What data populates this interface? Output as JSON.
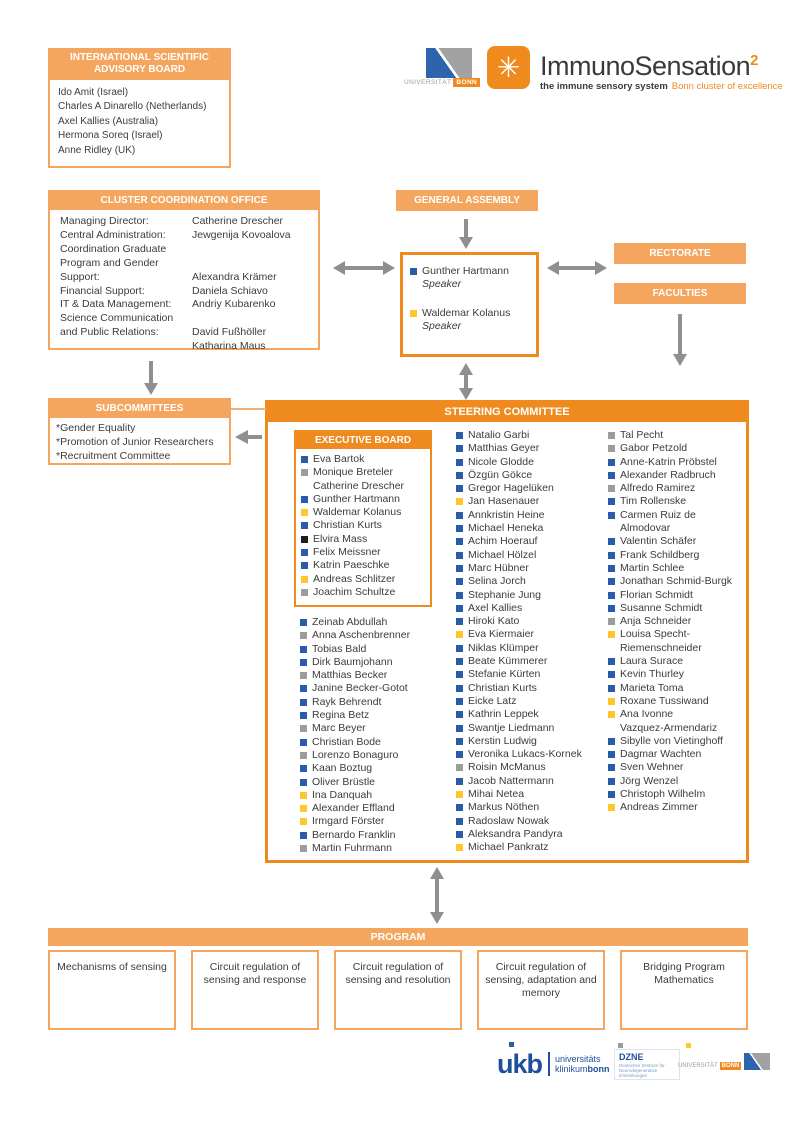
{
  "advisory_board": {
    "title": "INTERNATIONAL SCIENTIFIC ADVISORY BOARD",
    "members": [
      "Ido Amit (Israel)",
      "Charles A Dinarello (Netherlands)",
      "Axel Kallies (Australia)",
      "Hermona Soreq (Israel)",
      "Anne Ridley (UK)"
    ]
  },
  "header_logos": {
    "uni_bonn": {
      "uni": "UNIVERSITÄT",
      "bonn": "BONN"
    },
    "immunosensation": {
      "name": "ImmunoSensation",
      "sup": "2",
      "tagline_dark": "the immune sensory system",
      "tagline_orange": "Bonn cluster of excellence"
    }
  },
  "coordination_office": {
    "title": "CLUSTER COORDINATION OFFICE",
    "rows": [
      {
        "l": "Managing Director:",
        "v": "Catherine Drescher"
      },
      {
        "l": "Central Administration:",
        "v": "Jewgenija Kovoalova"
      },
      {
        "l": "Coordination Graduate",
        "v": ""
      },
      {
        "l": "Program and Gender",
        "v": ""
      },
      {
        "l": "Support:",
        "v": "Alexandra Krämer"
      },
      {
        "l": "Financial Support:",
        "v": "Daniela Schiavo"
      },
      {
        "l": "IT & Data Management:",
        "v": "Andriy Kubarenko"
      },
      {
        "l": "Science Communication",
        "v": ""
      },
      {
        "l": "and Public Relations:",
        "v": "David Fußhöller"
      },
      {
        "l": "",
        "v": "Katharina Maus"
      }
    ]
  },
  "general_assembly": {
    "title": "GENERAL ASSEMBLY"
  },
  "speakers": {
    "items": [
      {
        "name": "Gunther Hartmann",
        "role": "Speaker",
        "c": "c-blue"
      },
      {
        "name": "Waldemar Kolanus",
        "role": "Speaker",
        "c": "c-yellow"
      }
    ]
  },
  "rectorate": {
    "title": "RECTORATE"
  },
  "faculties": {
    "title": "FACULTIES"
  },
  "subcommittees": {
    "title": "SUBCOMMITTEES",
    "items": [
      "*Gender Equality",
      "*Promotion of Junior Researchers",
      "*Recruitment Committee"
    ]
  },
  "steering_committee": {
    "title": "STEERING COMMITTEE",
    "executive_board": {
      "title": "EXECUTIVE BOARD",
      "members": [
        {
          "n": "Eva Bartok",
          "c": "c-blue"
        },
        {
          "n": "Monique Breteler",
          "c": "c-gray"
        },
        {
          "n": "Catherine Drescher",
          "c": "c-none"
        },
        {
          "n": "Gunther Hartmann",
          "c": "c-blue"
        },
        {
          "n": "Waldemar Kolanus",
          "c": "c-yellow"
        },
        {
          "n": "Christian Kurts",
          "c": "c-blue"
        },
        {
          "n": "Elvira Mass",
          "c": "c-black"
        },
        {
          "n": "Felix Meissner",
          "c": "c-blue"
        },
        {
          "n": "Katrin Paeschke",
          "c": "c-blue"
        },
        {
          "n": "Andreas Schlitzer",
          "c": "c-yellow"
        },
        {
          "n": "Joachim Schultze",
          "c": "c-gray"
        }
      ]
    },
    "members_col1": [
      {
        "n": "Zeinab Abdullah",
        "c": "c-blue"
      },
      {
        "n": "Anna Aschenbrenner",
        "c": "c-gray"
      },
      {
        "n": "Tobias Bald",
        "c": "c-blue"
      },
      {
        "n": "Dirk Baumjohann",
        "c": "c-blue"
      },
      {
        "n": "Matthias Becker",
        "c": "c-gray"
      },
      {
        "n": "Janine Becker-Gotot",
        "c": "c-blue"
      },
      {
        "n": "Rayk Behrendt",
        "c": "c-blue"
      },
      {
        "n": "Regina Betz",
        "c": "c-blue"
      },
      {
        "n": "Marc Beyer",
        "c": "c-gray"
      },
      {
        "n": "Christian Bode",
        "c": "c-blue"
      },
      {
        "n": "Lorenzo Bonaguro",
        "c": "c-gray"
      },
      {
        "n": "Kaan Boztug",
        "c": "c-blue"
      },
      {
        "n": "Oliver Brüstle",
        "c": "c-blue"
      },
      {
        "n": "Ina Danquah",
        "c": "c-yellow"
      },
      {
        "n": "Alexander Effland",
        "c": "c-yellow"
      },
      {
        "n": "Irmgard Förster",
        "c": "c-yellow"
      },
      {
        "n": "Bernardo Franklin",
        "c": "c-blue"
      },
      {
        "n": "Martin Fuhrmann",
        "c": "c-gray"
      }
    ],
    "members_col2": [
      {
        "n": "Natalio Garbi",
        "c": "c-blue"
      },
      {
        "n": "Matthias Geyer",
        "c": "c-blue"
      },
      {
        "n": "Nicole Glodde",
        "c": "c-blue"
      },
      {
        "n": "Özgün Gökce",
        "c": "c-blue"
      },
      {
        "n": "Gregor Hagelüken",
        "c": "c-blue"
      },
      {
        "n": "Jan Hasenauer",
        "c": "c-yellow"
      },
      {
        "n": "Annkristin Heine",
        "c": "c-blue"
      },
      {
        "n": "Michael Heneka",
        "c": "c-blue"
      },
      {
        "n": "Achim Hoerauf",
        "c": "c-blue"
      },
      {
        "n": "Michael Hölzel",
        "c": "c-blue"
      },
      {
        "n": "Marc Hübner",
        "c": "c-blue"
      },
      {
        "n": "Selina Jorch",
        "c": "c-blue"
      },
      {
        "n": "Stephanie Jung",
        "c": "c-blue"
      },
      {
        "n": "Axel Kallies",
        "c": "c-blue"
      },
      {
        "n": "Hiroki Kato",
        "c": "c-blue"
      },
      {
        "n": "Eva Kiermaier",
        "c": "c-yellow"
      },
      {
        "n": "Niklas Klümper",
        "c": "c-blue"
      },
      {
        "n": "Beate Kümmerer",
        "c": "c-blue"
      },
      {
        "n": "Stefanie Kürten",
        "c": "c-blue"
      },
      {
        "n": "Christian Kurts",
        "c": "c-blue"
      },
      {
        "n": "Eicke Latz",
        "c": "c-blue"
      },
      {
        "n": "Kathrin Leppek",
        "c": "c-blue"
      },
      {
        "n": "Swantje Liedmann",
        "c": "c-blue"
      },
      {
        "n": "Kerstin Ludwig",
        "c": "c-blue"
      },
      {
        "n": "Veronika Lukacs-Kornek",
        "c": "c-blue"
      },
      {
        "n": "Roisin McManus",
        "c": "c-gray"
      },
      {
        "n": "Jacob Nattermann",
        "c": "c-blue"
      },
      {
        "n": "Mihai Netea",
        "c": "c-yellow"
      },
      {
        "n": "Markus Nöthen",
        "c": "c-blue"
      },
      {
        "n": "Radoslaw Nowak",
        "c": "c-blue"
      },
      {
        "n": "Aleksandra Pandyra",
        "c": "c-blue"
      },
      {
        "n": "Michael Pankratz",
        "c": "c-yellow"
      }
    ],
    "members_col3": [
      {
        "n": "Tal Pecht",
        "c": "c-gray"
      },
      {
        "n": "Gabor Petzold",
        "c": "c-gray"
      },
      {
        "n": "Anne-Katrin Pröbstel",
        "c": "c-blue"
      },
      {
        "n": "Alexander Radbruch",
        "c": "c-blue"
      },
      {
        "n": "Alfredo Ramirez",
        "c": "c-gray"
      },
      {
        "n": "Tim Rollenske",
        "c": "c-blue"
      },
      {
        "n": "Carmen Ruiz de\nAlmodovar",
        "c": "c-blue"
      },
      {
        "n": "Valentin Schäfer",
        "c": "c-blue"
      },
      {
        "n": "Frank Schildberg",
        "c": "c-blue"
      },
      {
        "n": "Martin Schlee",
        "c": "c-blue"
      },
      {
        "n": "Jonathan Schmid-Burgk",
        "c": "c-blue"
      },
      {
        "n": "Florian Schmidt",
        "c": "c-blue"
      },
      {
        "n": "Susanne Schmidt",
        "c": "c-blue"
      },
      {
        "n": "Anja Schneider",
        "c": "c-gray"
      },
      {
        "n": "Louisa Specht-\nRiemenschneider",
        "c": "c-yellow"
      },
      {
        "n": "Laura Surace",
        "c": "c-blue"
      },
      {
        "n": "Kevin Thurley",
        "c": "c-blue"
      },
      {
        "n": "Marieta Toma",
        "c": "c-blue"
      },
      {
        "n": "Roxane Tussiwand",
        "c": "c-yellow"
      },
      {
        "n": "Ana Ivonne\nVazquez-Armendariz",
        "c": "c-yellow"
      },
      {
        "n": "Sibylle von Vietinghoff",
        "c": "c-blue"
      },
      {
        "n": "Dagmar Wachten",
        "c": "c-blue"
      },
      {
        "n": "Sven Wehner",
        "c": "c-blue"
      },
      {
        "n": "Jörg Wenzel",
        "c": "c-blue"
      },
      {
        "n": "Christoph Wilhelm",
        "c": "c-blue"
      },
      {
        "n": "Andreas Zimmer",
        "c": "c-yellow"
      }
    ]
  },
  "program": {
    "title": "PROGRAM",
    "areas": [
      "Mechanisms of sensing",
      "Circuit regulation of sensing and response",
      "Circuit regulation of sensing and resolution",
      "Circuit regulation of sensing, adaptation and memory",
      "Bridging Program Mathematics"
    ]
  },
  "footer_logos": {
    "ukb": {
      "abbr": "ukb",
      "line1": "universitäts",
      "line2": "klinikum",
      "line2_bold": "bonn"
    },
    "dzne": {
      "abbr": "DZNE",
      "subtitle": "Deutsches Zentrum für Neurodegenerative Erkrankungen"
    },
    "uni_bonn": {
      "uni": "UNIVERSITÄT",
      "bonn": "BONN"
    }
  },
  "colors": {
    "header_light_orange": "#F4A55E",
    "header_dark_orange": "#EF8A1E",
    "bullet_blue_ukb": "#2A5CAA",
    "bullet_yellow_uni_bonn": "#FFC72C",
    "bullet_gray_dzne": "#9C9C9C",
    "bullet_black": "#1D1D1B",
    "arrow_gray": "#8F8F8F",
    "text": "#3C3C3B"
  }
}
